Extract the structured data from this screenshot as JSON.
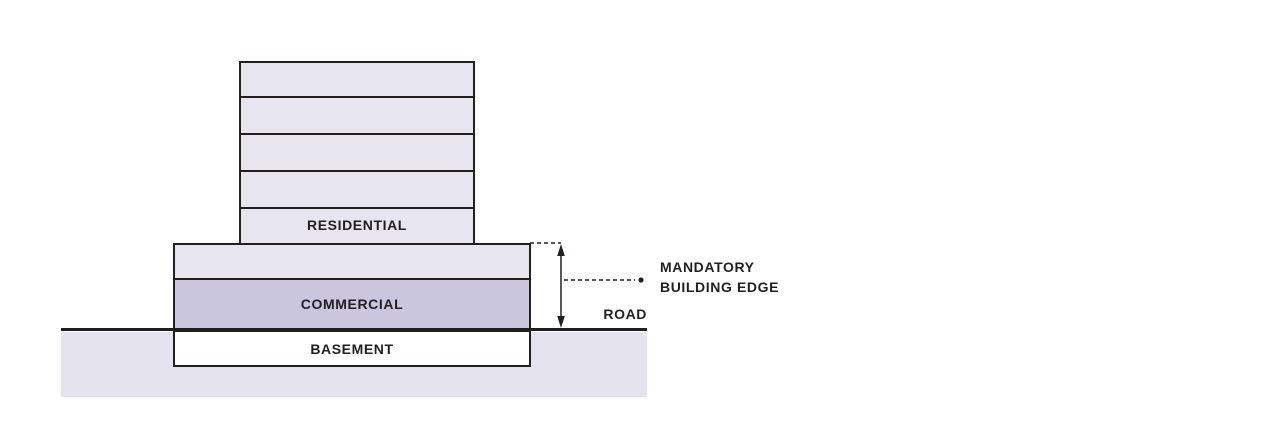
{
  "diagram": {
    "labels": {
      "residential": "RESIDENTIAL",
      "commercial": "COMMERCIAL",
      "basement": "BASEMENT",
      "road": "ROAD",
      "mandatory_building_edge": [
        "MANDATORY",
        "BUILDING EDGE"
      ]
    },
    "colors": {
      "background": "#ffffff",
      "floor_fill": "#e6e5f0",
      "commercial_fill": "#c9c6dd",
      "ground_fill": "#e4e3ee",
      "line": "#231f20"
    },
    "structure": {
      "tower_floors": 5,
      "podium_bands": 2,
      "annotation": "dimension arrow from podium top to road level"
    }
  }
}
